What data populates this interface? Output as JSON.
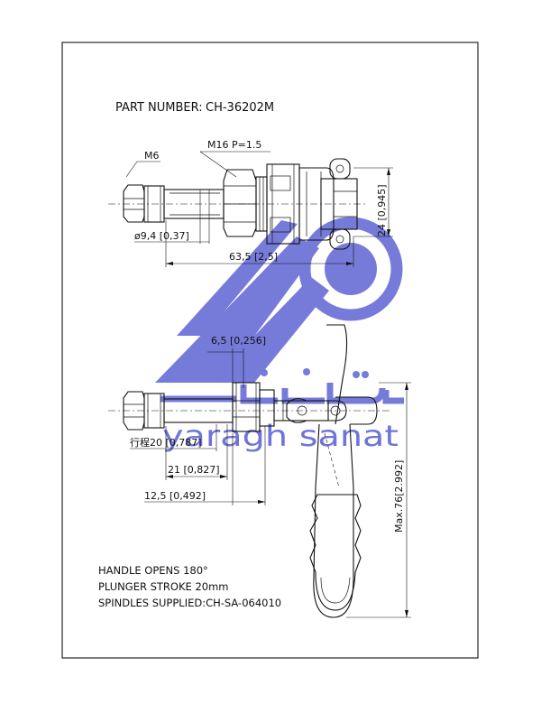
{
  "part_number_label": "PART NUMBER:",
  "part_number": "CH-36202M",
  "top_view": {
    "thread_small": "M6",
    "thread_large": "M16 P=1.5",
    "dia": "ø9,4 [0,37]",
    "length": "63,5 [2,5]",
    "height": "24 [0,945]"
  },
  "side_view": {
    "dim_offset": "6,5 [0,256]",
    "dim_stroke": "行程20 [0,787]",
    "dim_21": "21 [0,827]",
    "dim_12_5": "12,5 [0,492]",
    "dim_max": "Max.76[2.992]"
  },
  "notes": [
    "HANDLE OPENS 180°",
    "PLUNGER STROKE 20mm",
    "SPINDLES SUPPLIED:CH-SA-064010"
  ],
  "watermark": {
    "latin": "yaragh sanat",
    "color": "#6f74d8"
  }
}
